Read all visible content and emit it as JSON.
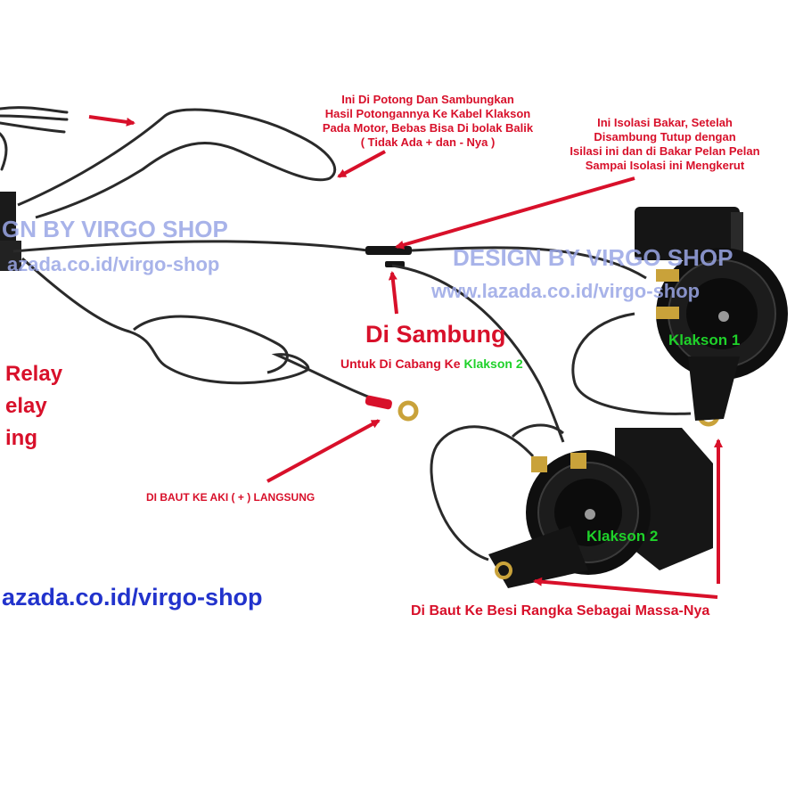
{
  "notes": {
    "cut_connect": [
      "Ini Di Potong Dan Sambungkan",
      "Hasil Potongannya Ke Kabel Klakson",
      "Pada Motor, Bebas Bisa Di bolak Balik",
      "( Tidak Ada + dan - Nya )"
    ],
    "insulation": [
      "Ini Isolasi Bakar, Setelah",
      "Disambung Tutup dengan",
      "Isilasi ini dan di Bakar Pelan Pelan",
      "Sampai Isolasi ini Mengkerut"
    ],
    "di_sambung": "Di Sambung",
    "branch_prefix": "Untuk Di Cabang Ke",
    "branch_target": "Klakson 2",
    "battery": "DI BAUT KE AKI ( + ) LANGSUNG",
    "ground": "Di Baut Ke Besi Rangka Sebagai Massa-Nya"
  },
  "horns": {
    "horn1": "Klakson 1",
    "horn2": "Klakson 2"
  },
  "watermarks": {
    "left_design": "GN BY VIRGO SHOP",
    "left_url": "azada.co.id/virgo-shop",
    "right_design": "DESIGN BY VIRGO SHOP",
    "right_url": "www.lazada.co.id/virgo-shop",
    "bottom_url": "azada.co.id/virgo-shop"
  },
  "relay_text": [
    "Relay",
    "elay",
    "ing"
  ],
  "colors": {
    "annotation_red": "#d8102a",
    "watermark_blue": "#9aa6e6",
    "url_blue": "#2233cc",
    "label_green": "#1fd12a",
    "wire": "#2a2a2a"
  }
}
